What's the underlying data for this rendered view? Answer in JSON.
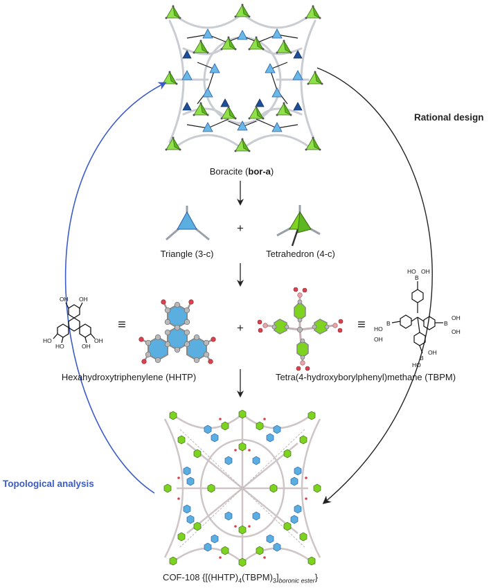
{
  "labels": {
    "boracite_prefix": "Boracite (",
    "boracite_bold": "bor-a",
    "boracite_suffix": ")",
    "triangle": "Triangle (3-c)",
    "tetrahedron": "Tetrahedron (4-c)",
    "plus": "+",
    "equiv": "≡",
    "hhtp": "Hexahydroxytriphenylene (HHTP)",
    "tbpm": "Tetra(4-hydroxyborylphenyl)methane (TBPM)",
    "rational_design": "Rational design",
    "topological_analysis": "Topological analysis",
    "cof_main": "COF-108 {[(HHTP)",
    "cof_sub1": "4",
    "cof_mid": "(TBPM)",
    "cof_sub2": "3",
    "cof_bracket": "]",
    "cof_sub3": "boronic ester",
    "cof_end": "}"
  },
  "chem": {
    "oh": "OH",
    "ho": "HO",
    "b": "B"
  },
  "colors": {
    "tetra_green": "#7ed321",
    "triangle_blue": "#5aaee0",
    "dark_blue": "#2a5fa8",
    "arrow_blue": "#3b5bc9",
    "oxygen_red": "#d9434f",
    "carbon_grey": "#9a9a9a"
  }
}
